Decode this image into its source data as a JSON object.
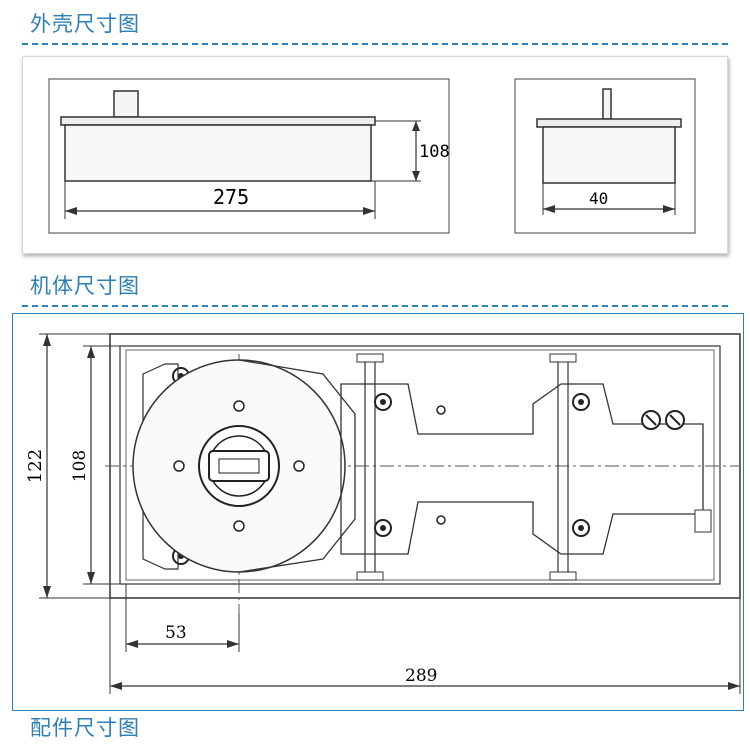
{
  "sections": {
    "shell_title": "外壳尺寸图",
    "body_title": "机体尺寸图",
    "parts_title": "配件尺寸图"
  },
  "shell_drawing": {
    "length_label": "275",
    "height_label": "108",
    "width_label": "40"
  },
  "body_drawing": {
    "outer_height_label": "122",
    "inner_height_label": "108",
    "offset_label": "53",
    "overall_length_label": "289"
  },
  "colors": {
    "accent": "#2d7fb8",
    "line": "#333333"
  }
}
